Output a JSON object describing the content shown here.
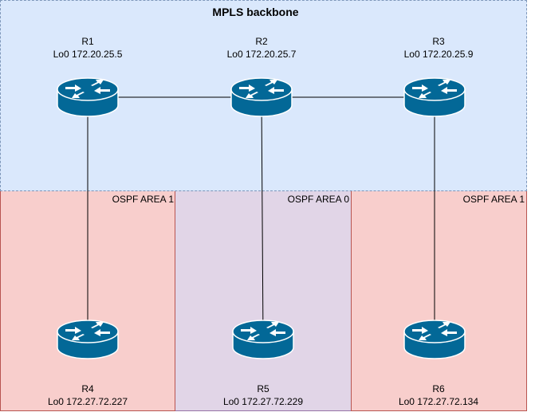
{
  "backbone": {
    "title": "MPLS  backbone"
  },
  "areas": [
    {
      "id": "left",
      "label": "OSPF AREA 1"
    },
    {
      "id": "middle",
      "label": "OSPF AREA 0"
    },
    {
      "id": "right",
      "label": "OSPF AREA 1"
    }
  ],
  "routers": {
    "r1": {
      "name": "R1",
      "loopback": "Lo0 172.20.25.5"
    },
    "r2": {
      "name": "R2",
      "loopback": "Lo0 172.20.25.7"
    },
    "r3": {
      "name": "R3",
      "loopback": "Lo0 172.20.25.9"
    },
    "r4": {
      "name": "R4",
      "loopback": "Lo0 172.27.72.227"
    },
    "r5": {
      "name": "R5",
      "loopback": "Lo0 172.27.72.229"
    },
    "r6": {
      "name": "R6",
      "loopback": "Lo0 172.27.72.134"
    }
  },
  "links": [
    {
      "from": "R1",
      "to": "R2"
    },
    {
      "from": "R2",
      "to": "R3"
    },
    {
      "from": "R1",
      "to": "R4"
    },
    {
      "from": "R2",
      "to": "R5"
    },
    {
      "from": "R3",
      "to": "R6"
    }
  ],
  "colors": {
    "mpls_fill": "#dae8fc",
    "area1_fill": "#f8cecc",
    "area0_fill": "#e1d5e7",
    "router_fill": "#036897",
    "router_icon": "#ffffff"
  }
}
